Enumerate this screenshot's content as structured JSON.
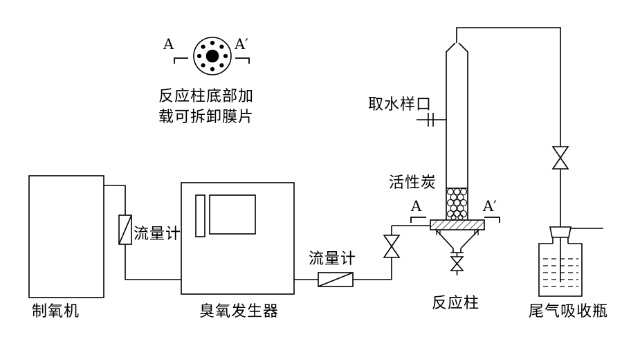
{
  "diagram": {
    "colors": {
      "line": "#000000",
      "background": "#ffffff"
    },
    "labels": {
      "oxygen_generator": "制氧机",
      "flow_meter_1": "流量计",
      "ozone_generator": "臭氧发生器",
      "flow_meter_2": "流量计",
      "water_sampling_port": "取水样口",
      "activated_carbon": "活性炭",
      "reaction_column": "反应柱",
      "tail_gas_bottle": "尾气吸收瓶"
    },
    "membrane_note": {
      "line1": "反应柱底部加",
      "line2": "载可拆卸膜片"
    },
    "section_marks": {
      "a": "A",
      "a_prime": "A′"
    }
  }
}
